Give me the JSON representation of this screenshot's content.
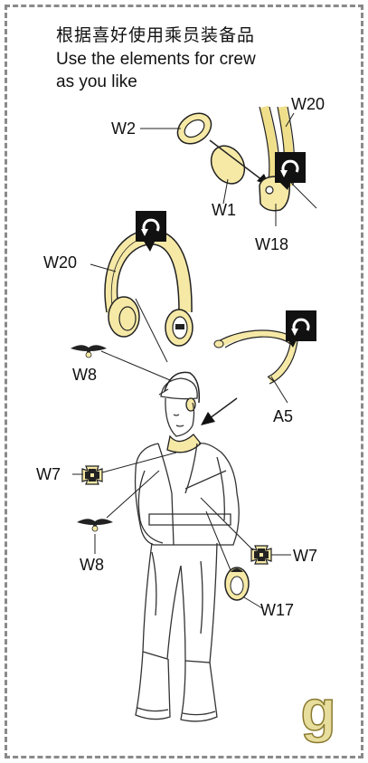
{
  "instructions": {
    "title_cn": "根据喜好使用乘员装备品",
    "title_en_line1": "Use the elements for crew",
    "title_en_line2": "as you like"
  },
  "parts": {
    "w2": "W2",
    "w1": "W1",
    "w20_top": "W20",
    "w18": "W18",
    "w20_left": "W20",
    "w8_top": "W8",
    "a5": "A5",
    "w7_left": "W7",
    "w8_bottom": "W8",
    "w7_right": "W7",
    "w17": "W17"
  },
  "page_letter": "g",
  "colors": {
    "part_fill": "#f6e9a6",
    "part_stroke": "#222222",
    "frame": "#8a8a8a",
    "page_letter": "#e7dd9c"
  },
  "icons": [
    "rotate-arrow-icon",
    "eagle-insignia-icon",
    "iron-cross-icon"
  ]
}
